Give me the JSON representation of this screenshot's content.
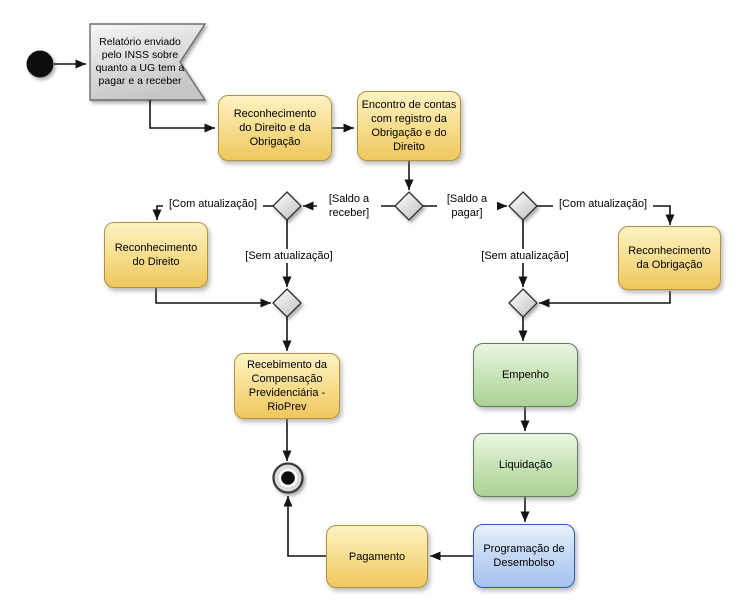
{
  "diagram": {
    "background": "#ffffff",
    "nodes": {
      "report": {
        "label": "Relatório enviado\npelo INSS sobre\nquanto a UG tem a\npagar e a receber"
      },
      "recon_direito_obrigacao": {
        "label": "Reconhecimento\ndo Direito e da\nObrigação",
        "color": "yellow"
      },
      "encontro_contas": {
        "label": "Encontro de contas\ncom registro da\nObrigação e do\nDireito",
        "color": "yellow"
      },
      "recon_direito": {
        "label": "Reconhecimento\ndo Direito",
        "color": "yellow"
      },
      "recon_obrigacao": {
        "label": "Reconhecimento\nda Obrigação",
        "color": "yellow"
      },
      "recebimento_compensacao": {
        "label": "Recebimento da\nCompensação\nPrevidenciária -\nRioPrev",
        "color": "yellow"
      },
      "empenho": {
        "label": "Empenho",
        "color": "green"
      },
      "liquidacao": {
        "label": "Liquidação",
        "color": "green"
      },
      "programacao_desembolso": {
        "label": "Programação de\nDesembolso",
        "color": "blue"
      },
      "pagamento": {
        "label": "Pagamento",
        "color": "yellow"
      }
    },
    "edge_labels": {
      "saldo_receber": "[Saldo a\nreceber]",
      "saldo_pagar": "[Saldo a\npagar]",
      "com_atualizacao_esquerda": "[Com atualização]",
      "sem_atualizacao_esquerda": "[Sem atualização]",
      "com_atualizacao_direita": "[Com atualização]",
      "sem_atualizacao_direita": "[Sem atualização]"
    },
    "colors": {
      "yellow_top": "#FDF3C3",
      "yellow_bottom": "#EFC75C",
      "yellow_border": "#B0923F",
      "green_top": "#EBF6E5",
      "green_bottom": "#ABD294",
      "green_border": "#5E7D5E",
      "blue_top": "#EAF2FC",
      "blue_bottom": "#A5C2EE",
      "blue_border": "#2E5CB8",
      "gray_top": "#F6F6F6",
      "gray_bottom": "#C6C6C6",
      "gray_border": "#6E6E6E",
      "line": "#141414"
    }
  }
}
